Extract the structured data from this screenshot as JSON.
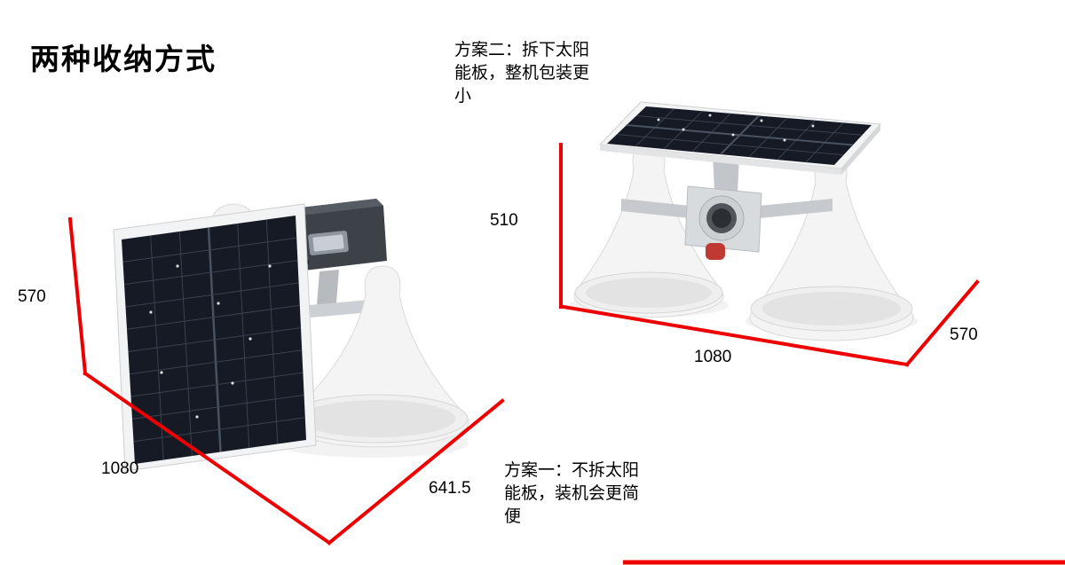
{
  "title": "两种收纳方式",
  "annotations": {
    "plan_two": "方案二：拆下太阳\n能板，整机包装更\n小",
    "plan_one": "方案一：不拆太阳\n能板，装机会更简\n便"
  },
  "left_device": {
    "dims": {
      "height": "570",
      "width": "1080",
      "depth": "641.5"
    }
  },
  "right_device": {
    "dims": {
      "height": "510",
      "width": "1080",
      "depth": "570"
    }
  },
  "colors": {
    "dimension_line": "#ee0000",
    "solar_panel": "#151a24",
    "background": "#ffffff",
    "text": "#000000"
  }
}
